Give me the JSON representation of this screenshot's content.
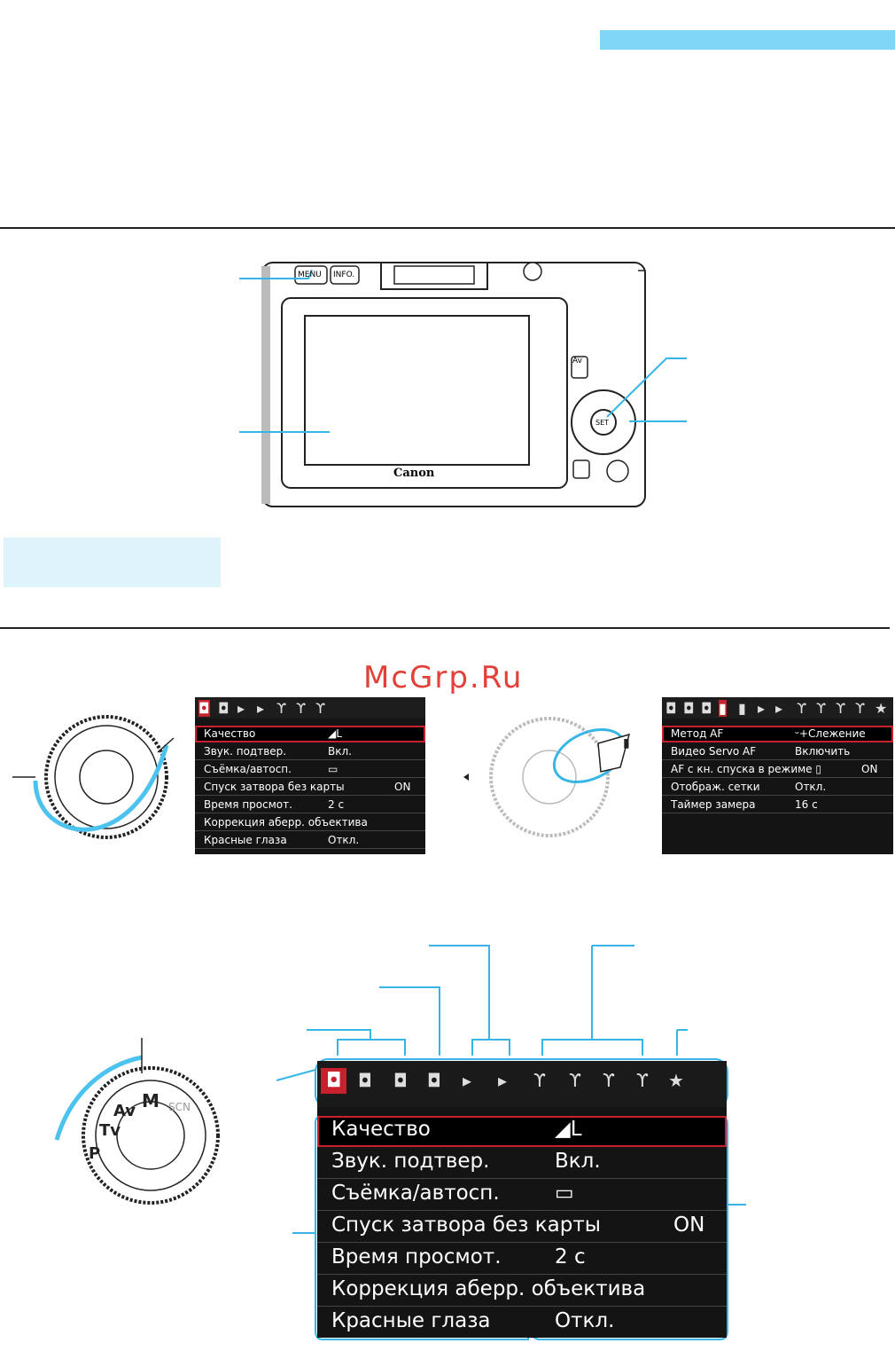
{
  "watermark": "McGrp.Ru",
  "camera": {
    "buttons": {
      "menu": "MENU",
      "info": "INFO.",
      "av": "Av",
      "set": "SET"
    },
    "brand": "Canon"
  },
  "menu_small_left": {
    "rows": [
      {
        "label": "Качество",
        "value": "◢L"
      },
      {
        "label": "Звук. подтвер.",
        "value": "Вкл."
      },
      {
        "label": "Съёмка/автосп.",
        "value": "▭"
      },
      {
        "label": "Спуск затвора без карты",
        "value": "ON"
      },
      {
        "label": "Время просмот.",
        "value": "2 с"
      },
      {
        "label": "Коррекция аберр. объектива",
        "value": ""
      },
      {
        "label": "Красные глаза",
        "value": "Откл."
      }
    ]
  },
  "menu_small_right": {
    "rows": [
      {
        "label": "Метод AF",
        "value": "ᵕ+Слежение"
      },
      {
        "label": "Видео Servo AF",
        "value": "Включить"
      },
      {
        "label": "AF с кн. спуска в режиме ▯",
        "value": "ON"
      },
      {
        "label": "Отображ. сетки",
        "value": "Откл."
      },
      {
        "label": "Таймер замера",
        "value": "16 с"
      }
    ]
  },
  "menu_large": {
    "rows": [
      {
        "label": "Качество",
        "value": "◢L"
      },
      {
        "label": "Звук. подтвер.",
        "value": "Вкл."
      },
      {
        "label": "Съёмка/автосп.",
        "value": "▭"
      },
      {
        "label": "Спуск затвора без карты",
        "value": "ON"
      },
      {
        "label": "Время просмот.",
        "value": "2 с"
      },
      {
        "label": "Коррекция аберр. объектива",
        "value": ""
      },
      {
        "label": "Красные глаза",
        "value": "Откл."
      }
    ]
  },
  "dial": {
    "modes": [
      "M",
      "Av",
      "Tv",
      "P",
      "SCN"
    ]
  }
}
